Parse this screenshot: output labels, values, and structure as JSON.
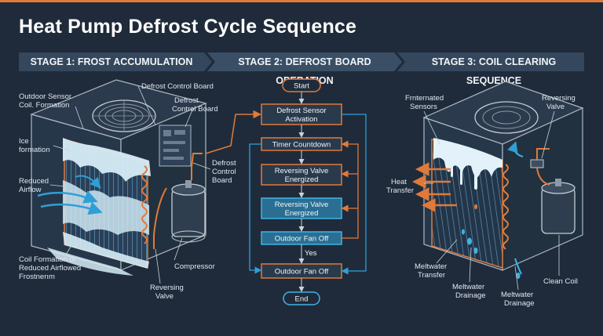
{
  "title": "Heat Pump Defrost Cycle Sequence",
  "stages": [
    {
      "label": "STAGE 1: FROST ACCUMULATION"
    },
    {
      "label": "STAGE 2: DEFROST BOARD OPERATION"
    },
    {
      "label": "STAGE 3: COIL CLEARING SEQUENCE"
    }
  ],
  "stage1_labels": {
    "outdoor_sensor_1": "Outdoor Sensor",
    "outdoor_sensor_2": "Coil. Formation",
    "defrost_board_top": "Defrost Control Board",
    "defrost_board_mid_1": "Defrost",
    "defrost_board_mid_2": "Control Board",
    "ice_1": "Ice",
    "ice_2": "formation",
    "airflow_1": "Reduced",
    "airflow_2": "Airflow",
    "defrost_board_right_1": "Defrost",
    "defrost_board_right_2": "Control",
    "defrost_board_right_3": "Board",
    "coil_1": "Coil Formation or",
    "coil_2": "Reduced Airflowed",
    "coil_3": "Frostnerım",
    "compressor": "Compressor",
    "reversing_1": "Reversing",
    "reversing_2": "Valve"
  },
  "flowchart": {
    "start": "Start",
    "sensor_1": "Defrost Sensor",
    "sensor_2": "Activation",
    "timer": "Timer Countdown",
    "valve_a_1": "Reversing Valve",
    "valve_a_2": "Energized",
    "valve_b_1": "Reversing Valve",
    "valve_b_2": "Energized",
    "fan_off_a": "Outdoor Fan Off",
    "yes": "Yes",
    "fan_off_b": "Outdoor Fan Off",
    "end": "End"
  },
  "stage3_labels": {
    "sensors_1": "Frnternated",
    "sensors_2": "Sensors",
    "reversing_1": "Reversing",
    "reversing_2": "Valve",
    "heat_1": "Heat",
    "heat_2": "Transfer",
    "meltwater_transfer_1": "Meltwater",
    "meltwater_transfer_2": "Transfer",
    "meltwater_drainage_1": "Meltwater",
    "meltwater_drainage_2": "Drainage",
    "meltwater_drainage_b_1": "Meltwater",
    "meltwater_drainage_b_2": "Drainage",
    "clean_coil": "Clean Coil"
  },
  "colors": {
    "background": "#1f2b3a",
    "accent_orange": "#e07a3a",
    "accent_blue": "#2f9fd6",
    "ice": "#d6ecf6",
    "stage_bar": "#34475c"
  }
}
